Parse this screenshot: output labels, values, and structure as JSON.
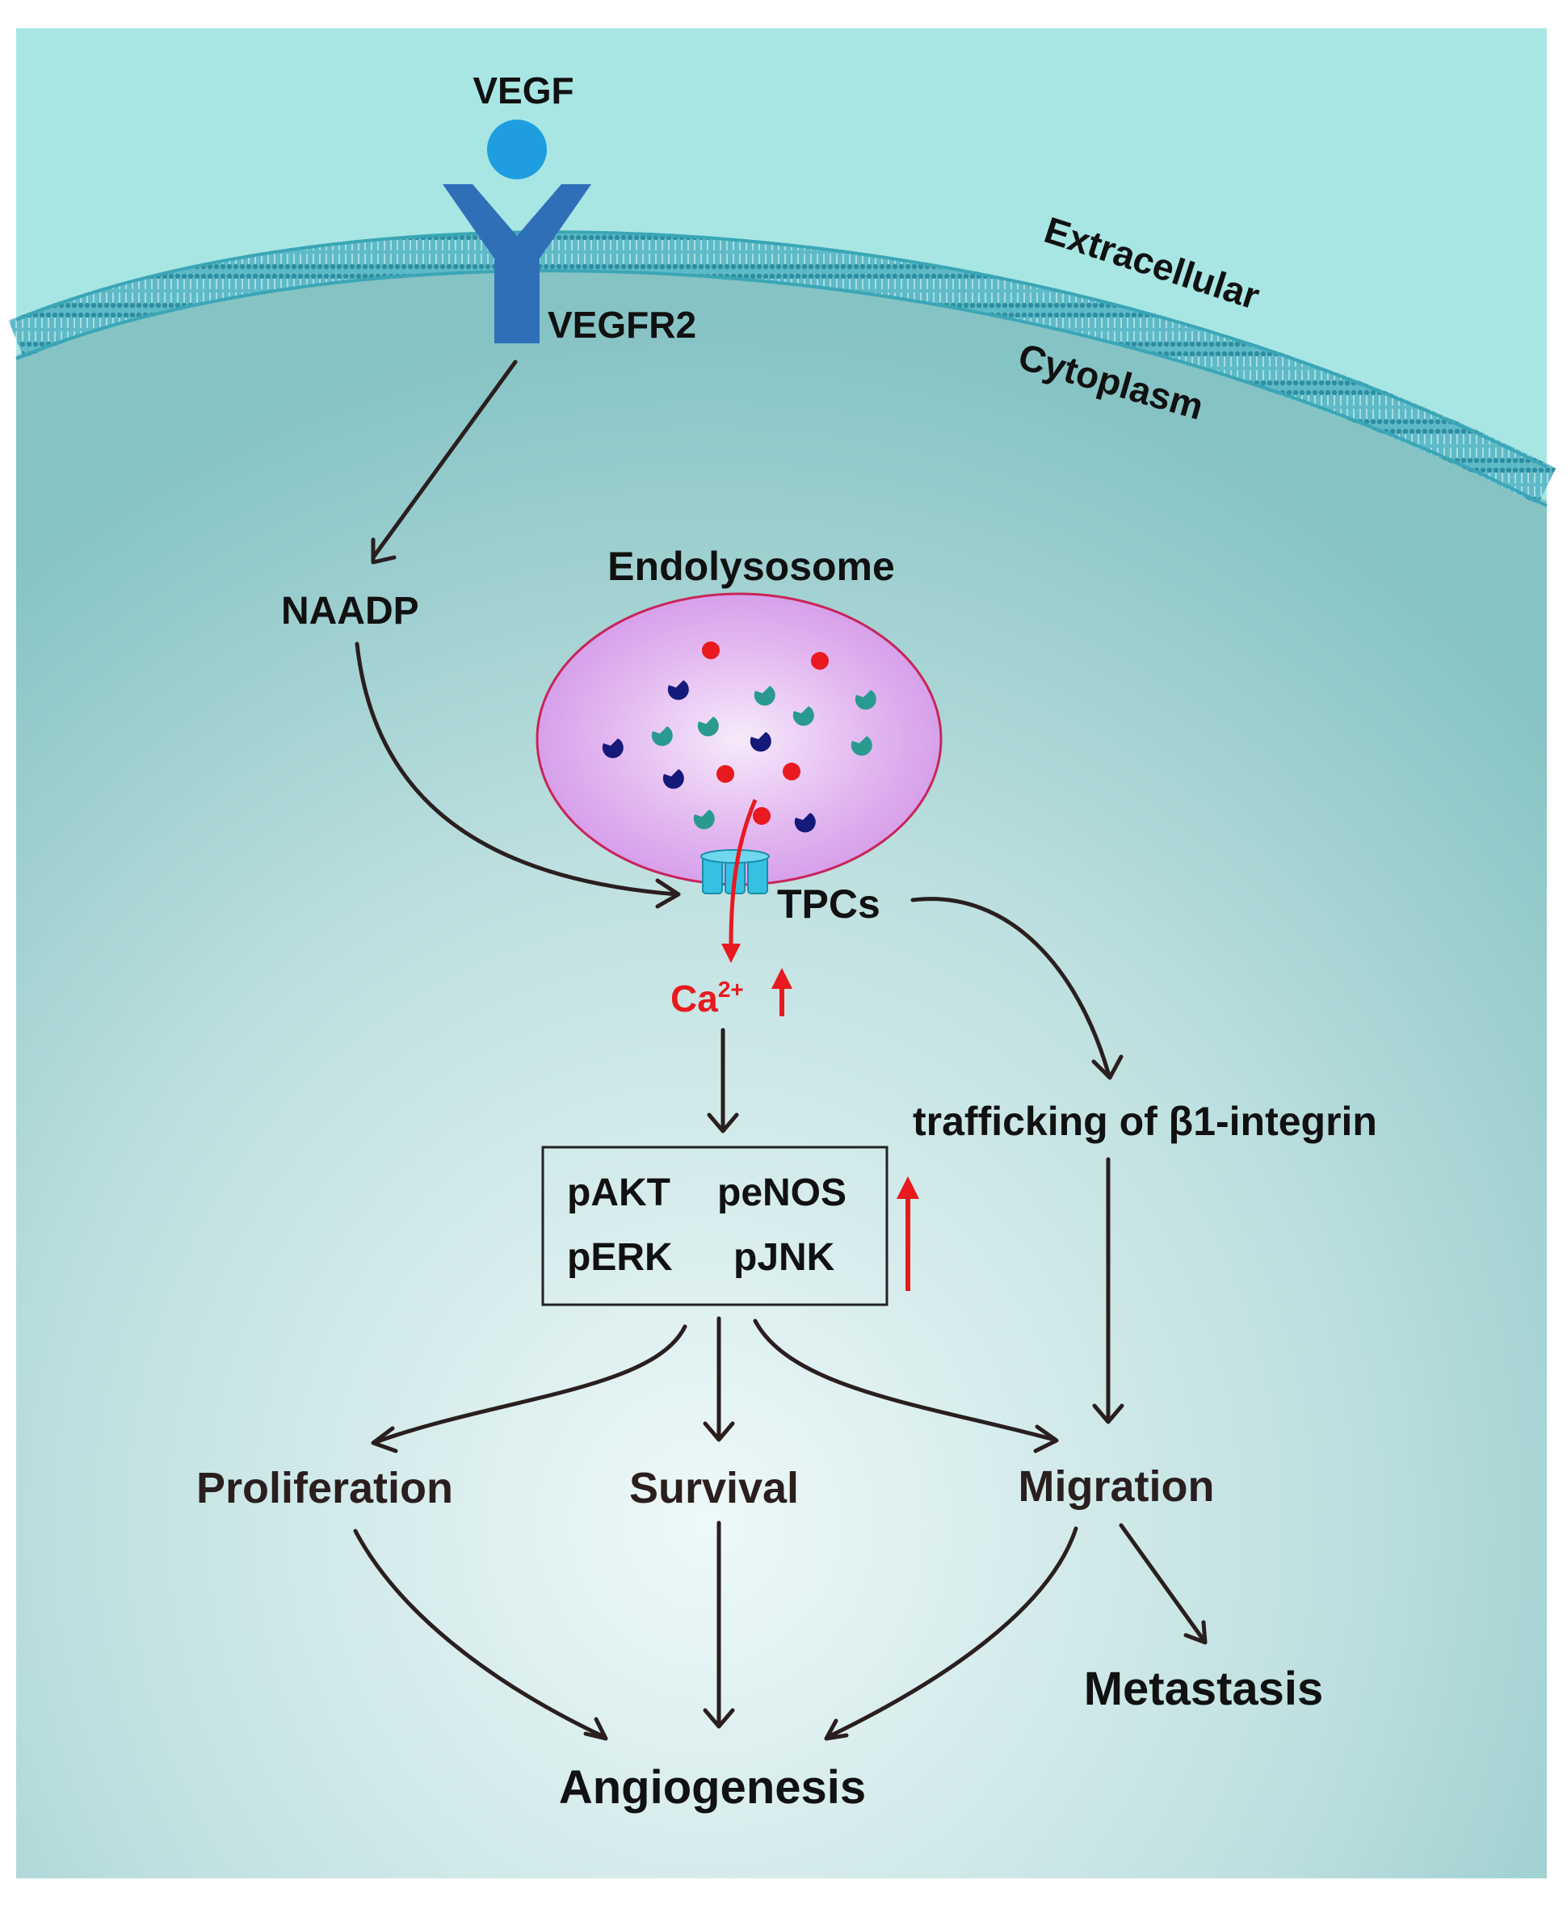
{
  "labels": {
    "ligand": "VEGF",
    "receptor": "VEGFR2",
    "extracellular": "Extracellular",
    "cytoplasm": "Cytoplasm",
    "messenger": "NAADP",
    "organelle": "Endolysosome",
    "channel": "TPCs",
    "calcium_base": "Ca",
    "calcium_sup": "2+",
    "kinases": [
      "pAKT",
      "peNOS",
      "pERK",
      "pJNK"
    ],
    "trafficking": "trafficking of β1-integrin",
    "proliferation": "Proliferation",
    "survival": "Survival",
    "migration": "Migration",
    "angiogenesis": "Angiogenesis",
    "metastasis": "Metastasis"
  },
  "colors": {
    "background_top": "#a8e6e3",
    "background_center": "#eaf6f6",
    "background_edge": "#8fc4c6",
    "membrane": "#4fb4c3",
    "ligand": "#1e9ee0",
    "receptor": "#2f6fb8",
    "endolysosome_fill": "#d9a8ea",
    "endolysosome_stroke": "#c8245a",
    "calcium": "#e8191f",
    "channel": "#35c1e2",
    "arrow": "#2a1e1e",
    "navy_cup": "#151a7a",
    "teal_cup": "#2a9a90"
  }
}
